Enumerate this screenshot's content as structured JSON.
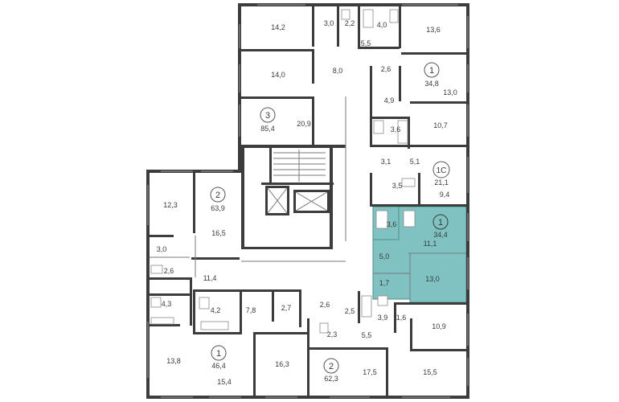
{
  "colors": {
    "wall": "#3c3c3c",
    "highlight": "#7fc2c1",
    "highlight_stroke": "#4f8f8e",
    "text": "#3a3a3a",
    "background": "#ffffff"
  },
  "apartments": [
    {
      "id": "apt-1-top",
      "rooms": "1",
      "area": "34,8"
    },
    {
      "id": "apt-3",
      "rooms": "3",
      "area": "85,4"
    },
    {
      "id": "apt-1c",
      "rooms": "1С",
      "area": "21,1"
    },
    {
      "id": "apt-2-left",
      "rooms": "2",
      "area": "63,9"
    },
    {
      "id": "apt-1-selected",
      "rooms": "1",
      "area": "34,4",
      "selected": true
    },
    {
      "id": "apt-1-bottom",
      "rooms": "1",
      "area": "46,4"
    },
    {
      "id": "apt-2-bottom",
      "rooms": "2",
      "area": "62,3"
    }
  ],
  "room_areas": [
    "14,2",
    "3,0",
    "2,2",
    "4,0",
    "13,6",
    "5,5",
    "14,0",
    "8,0",
    "2,6",
    "13,0",
    "4,9",
    "20,9",
    "3,6",
    "10,7",
    "3,1",
    "5,1",
    "3,5",
    "9,4",
    "12,3",
    "16,5",
    "3,0",
    "3,6",
    "11,1",
    "5,0",
    "13,0",
    "1,7",
    "2,6",
    "11,4",
    "4,3",
    "4,2",
    "7,8",
    "2,7",
    "2,6",
    "2,5",
    "3,9",
    "1,6",
    "10,9",
    "2,3",
    "5,5",
    "13,8",
    "15,4",
    "16,3",
    "17,5",
    "15,5"
  ]
}
